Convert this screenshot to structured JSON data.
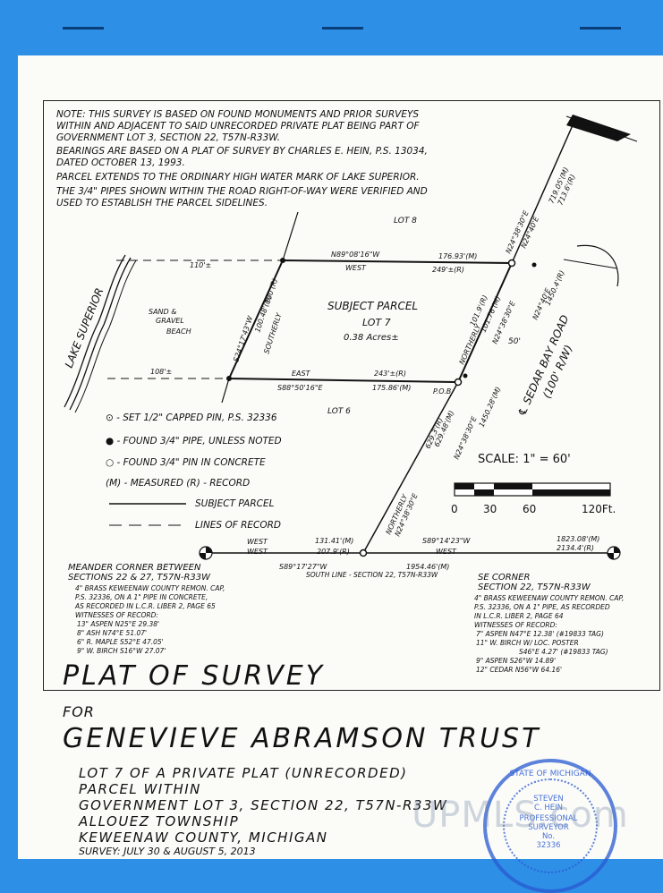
{
  "notes": [
    "NOTE: THIS SURVEY IS BASED ON FOUND MONUMENTS AND PRIOR SURVEYS",
    "WITHIN AND ADJACENT TO SAID UNRECORDED PRIVATE PLAT BEING PART OF",
    "GOVERNMENT LOT 3, SECTION 22, T57N-R33W.",
    "BEARINGS ARE BASED ON A PLAT OF SURVEY BY CHARLES E. HEIN, P.S. 13034,",
    "DATED OCTOBER 13, 1993.",
    "PARCEL EXTENDS TO THE ORDINARY HIGH WATER MARK OF LAKE SUPERIOR.",
    "THE 3/4\" PIPES SHOWN WITHIN THE ROAD RIGHT-OF-WAY WERE VERIFIED AND",
    "USED TO ESTABLISH THE PARCEL SIDELINES."
  ],
  "map": {
    "lake": "LAKE SUPERIOR",
    "lot8": "LOT 8",
    "lot6": "LOT 6",
    "beach": [
      "SAND &",
      "GRAVEL",
      "BEACH"
    ],
    "subject_title": "SUBJECT PARCEL",
    "subject_lot": "LOT 7",
    "subject_area": "0.38 Acres±",
    "north_bearing": "N89°08'16\"W",
    "north_west": "WEST",
    "north_m": "176.93'(M)",
    "north_r": "249'±(R)",
    "north_110": "110'±",
    "south_east": "EAST",
    "south_r": "243'±(R)",
    "south_bearing": "S88°50'16\"E",
    "south_m": "175.86'(M)",
    "south_108": "108'±",
    "west_bearing": "S24°17'43\"W",
    "west_m": "100.48'(M)",
    "west_r": "100'(R)",
    "west_dir": "SOUTHERLY",
    "east_r": "101.9'(R)",
    "east_m": "101.76'(M)",
    "east_bearing": "N24°38'30\"E",
    "east_dir": "NORTHERLY",
    "top_bearing": "N24°38'30\"E",
    "top_bearing2": "N24°40'E",
    "top_m": "719.05'(M)",
    "top_r": "713.6'(R)",
    "road_bearing": "N24°40'E",
    "road_r": "1450.4'(R)",
    "road_50": "50'",
    "road_name": "℄ SEDAR BAY ROAD",
    "road_row": "(100' R/W)",
    "pob": "P.O.B.",
    "low_r": "629.3'(R)",
    "low_m": "629.48'(M)",
    "low_bearing": "N24°38'30\"E",
    "low_right_bearing": "N24°38'30\"E",
    "low_right_m": "1450.28'(M)",
    "low_dir": "NORTHERLY",
    "low_dir_bearing": "N24°38'30\"E",
    "sec_west1": "WEST",
    "sec_west2": "WEST",
    "sec_m1": "131.41'(M)",
    "sec_r1": "207.9'(R)",
    "sec_bearing2": "S89°14'23\"W",
    "sec_west3": "WEST",
    "sec_m3": "1823.08'(M)",
    "sec_r3": "2134.4'(R)",
    "sec_bearing1": "S89°17'27\"W",
    "sec_line": "SOUTH LINE - SECTION 22, T57N-R33W",
    "sec_total": "1954.46'(M)"
  },
  "legend": {
    "items": [
      "⊙ - SET 1/2\" CAPPED PIN, P.S. 32336",
      "● - FOUND 3/4\" PIPE, UNLESS NOTED",
      "○ - FOUND 3/4\" PIN IN CONCRETE",
      "(M) - MEASURED    (R) - RECORD"
    ],
    "subject": "SUBJECT PARCEL",
    "record": "LINES OF RECORD"
  },
  "scale": {
    "label": "SCALE: 1\" = 60'",
    "ticks": [
      "0",
      "30",
      "60",
      "120Ft."
    ]
  },
  "meander": [
    "MEANDER CORNER BETWEEN",
    "SECTIONS 22 & 27, T57N-R33W",
    "4\" BRASS KEWEENAW COUNTY REMON. CAP,",
    "P.S. 32336, ON A 1\" PIPE IN CONCRETE,",
    "AS RECORDED IN L.C.R. LIBER 2, PAGE 65",
    "WITNESSES OF RECORD:",
    "13\" ASPEN N25°E 29.38'",
    "8\" ASH N74°E 51.07'",
    "6\" R. MAPLE S52°E 47.05'",
    "9\" W. BIRCH S16°W 27.07'"
  ],
  "se_corner": [
    "SE CORNER",
    "SECTION 22, T57N-R33W",
    "4\" BRASS KEWEENAW COUNTY REMON. CAP,",
    "P.S. 32336, ON A 1\" PIPE, AS RECORDED",
    "IN L.C.R. LIBER 2, PAGE 64",
    "WITNESSES OF RECORD:",
    "7\" ASPEN N47°E 12.38' (#19833 TAG)",
    "11\" W. BIRCH W/ LOC. POSTER",
    "S46°E 4.27' (#19833 TAG)",
    "9\" ASPEN S26°W 14.89'",
    "12\" CEDAR N56°W 64.16'"
  ],
  "title": {
    "line1": "PLAT OF SURVEY",
    "for": "FOR",
    "name": "GENEVIEVE ABRAMSON TRUST"
  },
  "desc": [
    "LOT 7 OF A PRIVATE PLAT (UNRECORDED)",
    "PARCEL WITHIN",
    "GOVERNMENT LOT 3, SECTION 22, T57N-R33W",
    "ALLOUEZ TOWNSHIP",
    "KEWEENAW COUNTY, MICHIGAN",
    "SURVEY: JULY 30 & AUGUST 5, 2013"
  ],
  "watermark": "UPMLS.com",
  "seal": [
    "STATE OF MICHIGAN",
    "STEVEN",
    "C. HEIN",
    "PROFESSIONAL",
    "SURVEYOR",
    "No.",
    "32336"
  ]
}
